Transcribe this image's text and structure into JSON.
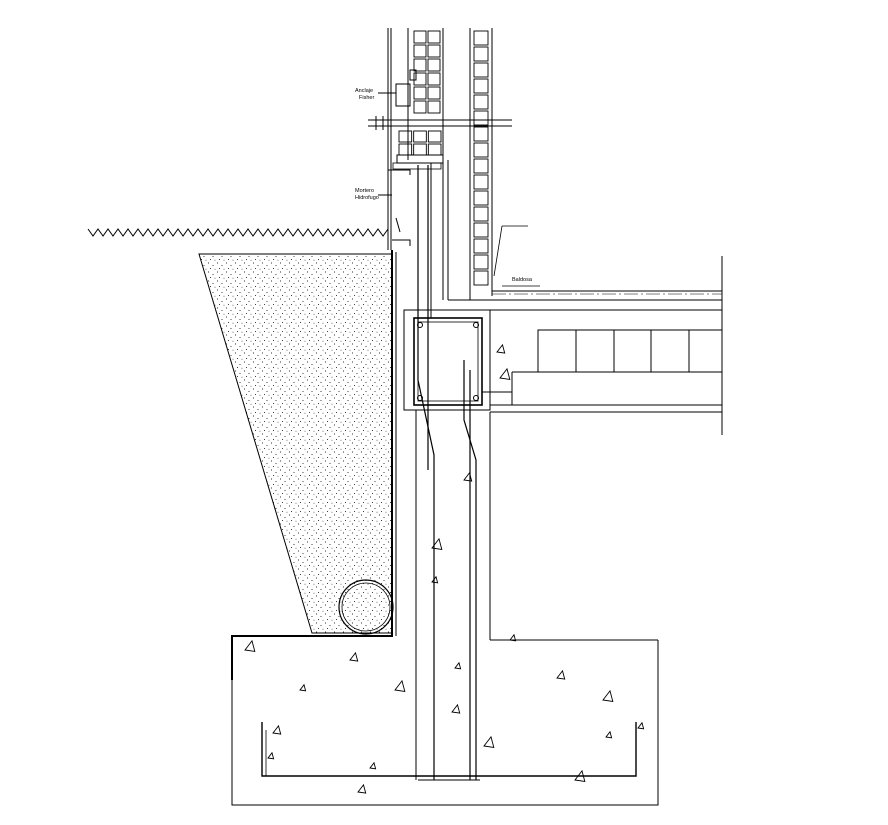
{
  "labels": {
    "anclaje_line1": "Anclaje",
    "anclaje_line2": "Fisher",
    "mortero_line1": "Mortero",
    "mortero_line2": "Hidrofugo",
    "baldosa": "Baldosa"
  },
  "colors": {
    "ink": "#000000",
    "background": "#ffffff"
  }
}
